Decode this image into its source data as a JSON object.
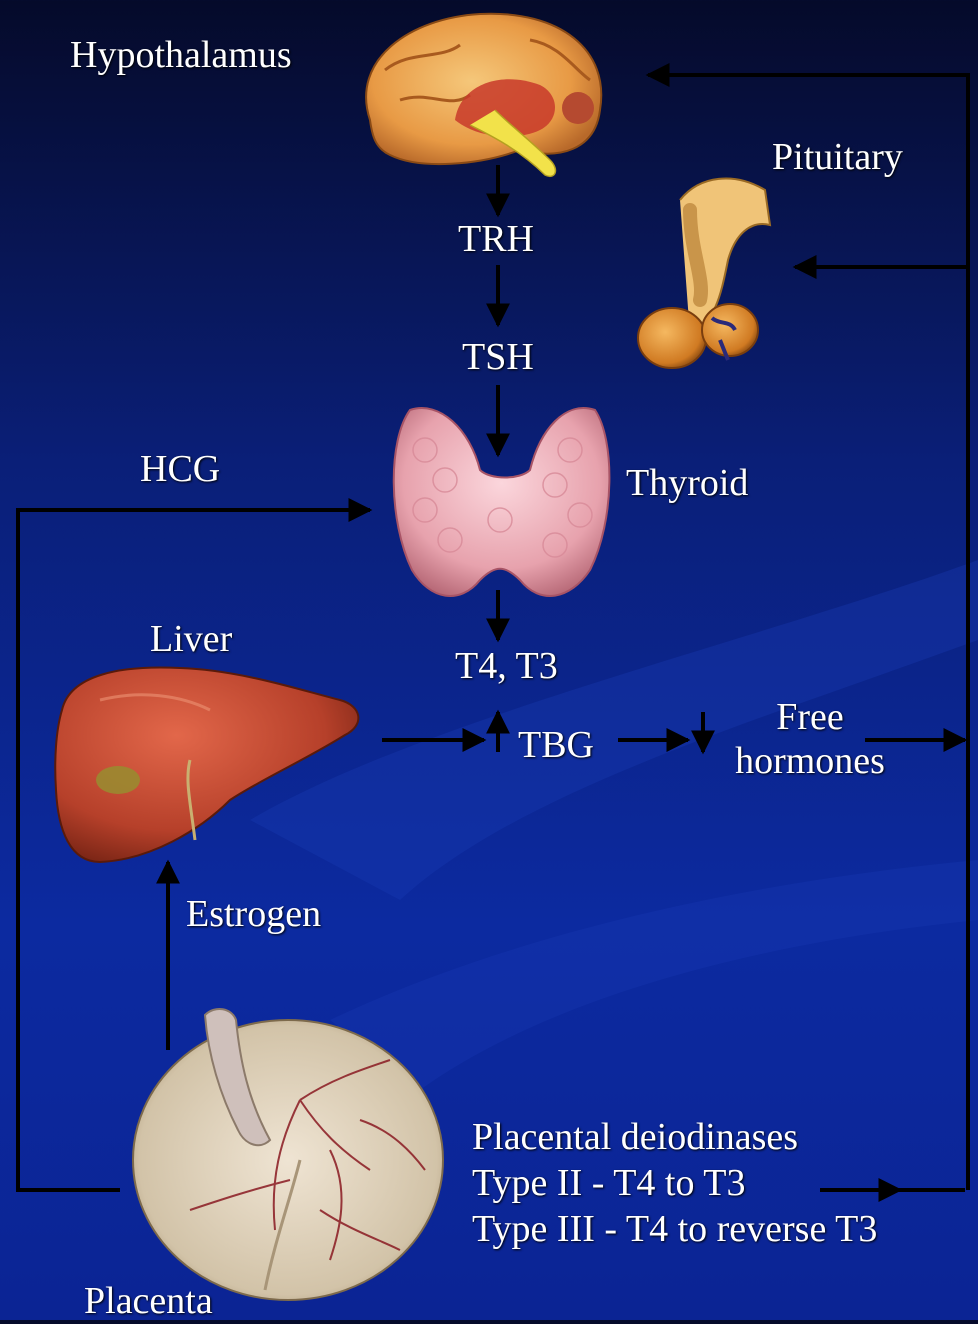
{
  "labels": {
    "hypothalamus": "Hypothalamus",
    "pituitary": "Pituitary",
    "trh": "TRH",
    "tsh": "TSH",
    "hcg": "HCG",
    "thyroid": "Thyroid",
    "liver": "Liver",
    "t4_t3": "T4, T3",
    "tbg": "TBG",
    "free_hormones_line1": "Free",
    "free_hormones_line2": "hormones",
    "estrogen": "Estrogen",
    "deiodinases_title": "Placental deiodinases",
    "deiodinases_type2": "Type II - T4 to T3",
    "deiodinases_type3": "Type III - T4 to reverse T3",
    "placenta": "Placenta"
  },
  "colors": {
    "background_top": "#050a2a",
    "background_bottom": "#0b2494",
    "text": "#ffffff",
    "arrows": "#000000"
  },
  "icons": {
    "brain": "brain-illustration",
    "pituitary": "pituitary-gland-illustration",
    "thyroid": "thyroid-gland-illustration",
    "liver": "liver-illustration",
    "placenta": "placenta-illustration"
  }
}
